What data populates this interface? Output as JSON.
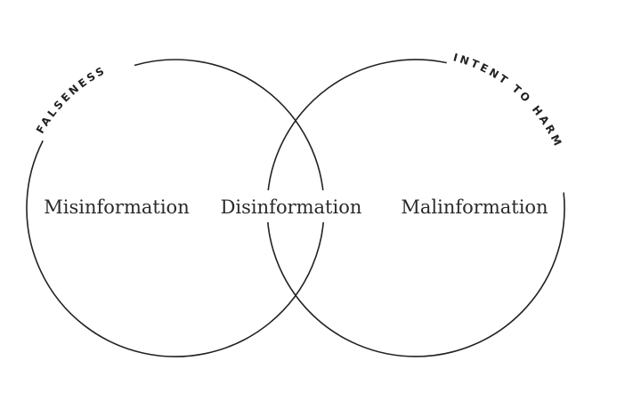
{
  "diagram": {
    "type": "venn",
    "sets": [
      {
        "id": "falseness",
        "label": "FALSENESS"
      },
      {
        "id": "intent",
        "label": "INTENT TO HARM"
      }
    ],
    "regions": {
      "left": "Misinformation",
      "overlap": "Disinformation",
      "right": "Malinformation"
    },
    "stroke_color": "#222222"
  }
}
